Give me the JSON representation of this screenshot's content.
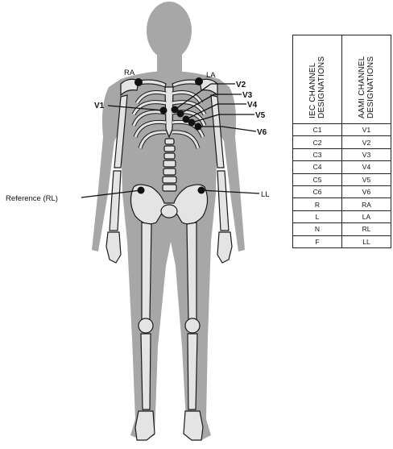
{
  "labels": {
    "ra": "RA",
    "la": "LA",
    "v1": "V1",
    "v2": "V2",
    "v3": "V3",
    "v4": "V4",
    "v5": "V5",
    "v6": "V6",
    "reference": "Reference (RL)",
    "ll": "LL"
  },
  "table": {
    "headers": [
      "IEC CHANNEL DESIGNATIONS",
      "AAMI CHANNEL DESIGNATIONS"
    ],
    "rows": [
      [
        "C1",
        "V1"
      ],
      [
        "C2",
        "V2"
      ],
      [
        "C3",
        "V3"
      ],
      [
        "C4",
        "V4"
      ],
      [
        "C5",
        "V5"
      ],
      [
        "C6",
        "V6"
      ],
      [
        "R",
        "RA"
      ],
      [
        "L",
        "LA"
      ],
      [
        "N",
        "RL"
      ],
      [
        "F",
        "LL"
      ]
    ]
  },
  "colors": {
    "body_silhouette": "#a7a7a7",
    "bone": "#e6e6e6",
    "bone_outline": "#1a1a1a",
    "electrode": "#111111"
  }
}
